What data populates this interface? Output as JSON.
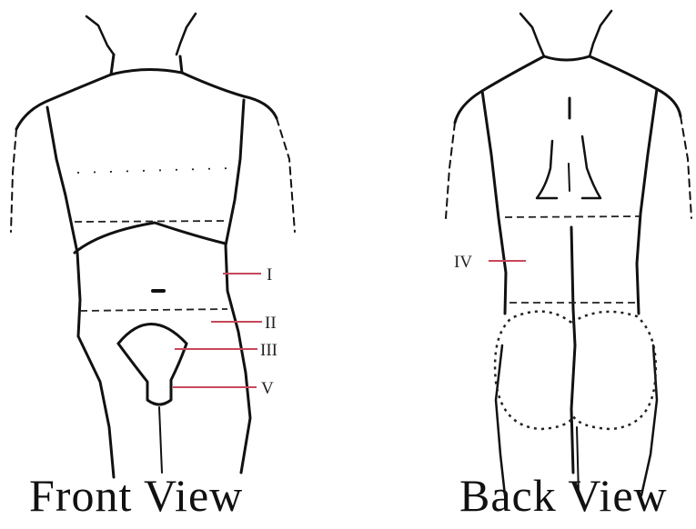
{
  "views": {
    "front": {
      "caption": "Front View"
    },
    "back": {
      "caption": "Back View"
    }
  },
  "markers": {
    "I": "I",
    "II": "II",
    "III": "III",
    "IV": "IV",
    "V": "V"
  },
  "colors": {
    "outline": "#111111",
    "marker_line": "#c8485a",
    "background": "#ffffff"
  }
}
